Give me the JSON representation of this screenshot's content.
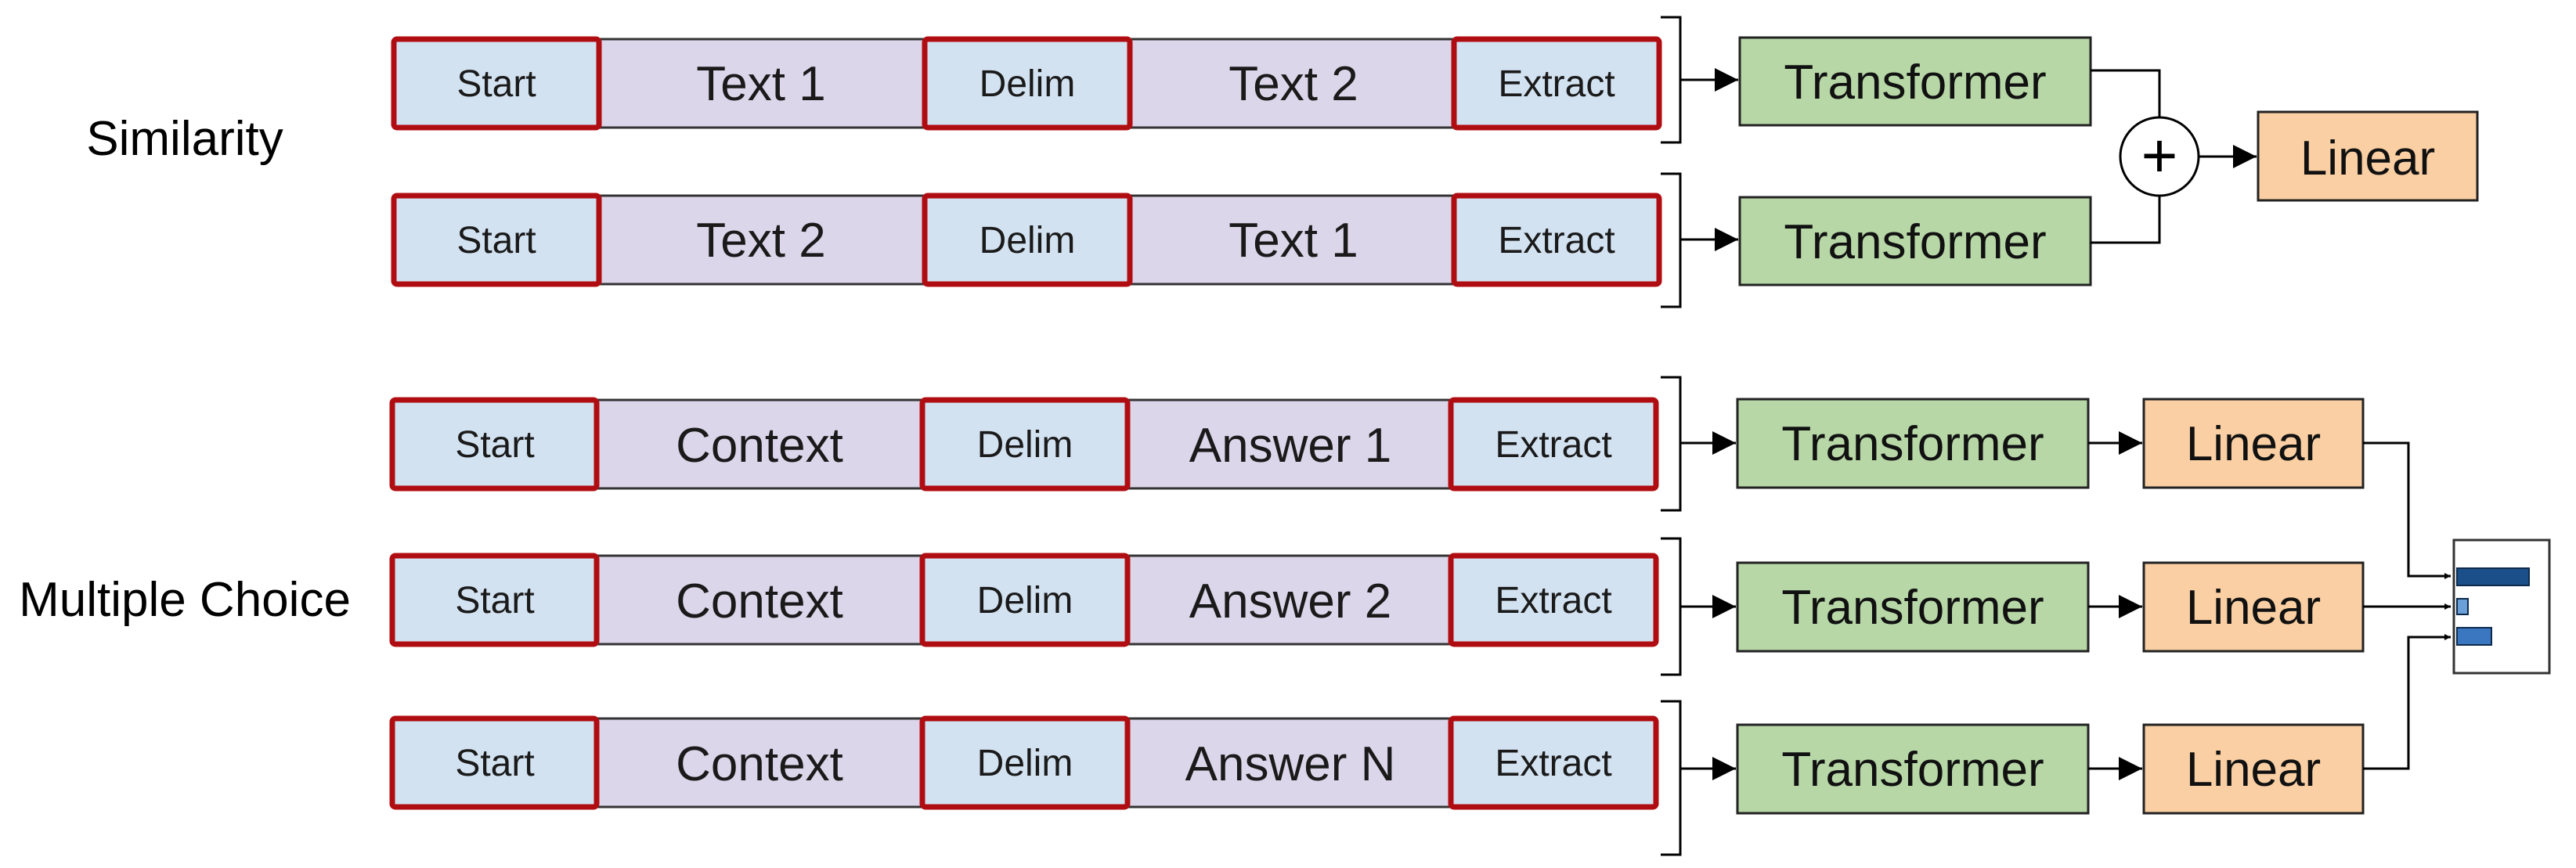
{
  "tasks": [
    {
      "label": "Similarity",
      "rows": [
        {
          "start": "Start",
          "seg1": "Text 1",
          "delim": "Delim",
          "seg2": "Text 2",
          "extract": "Extract",
          "transformer": "Transformer"
        },
        {
          "start": "Start",
          "seg1": "Text 2",
          "delim": "Delim",
          "seg2": "Text 1",
          "extract": "Extract",
          "transformer": "Transformer"
        }
      ],
      "plus_symbol": "+",
      "linear": "Linear"
    },
    {
      "label": "Multiple Choice",
      "rows": [
        {
          "start": "Start",
          "seg1": "Context",
          "delim": "Delim",
          "seg2": "Answer 1",
          "extract": "Extract",
          "transformer": "Transformer",
          "linear": "Linear"
        },
        {
          "start": "Start",
          "seg1": "Context",
          "delim": "Delim",
          "seg2": "Answer 2",
          "extract": "Extract",
          "transformer": "Transformer",
          "linear": "Linear"
        },
        {
          "start": "Start",
          "seg1": "Context",
          "delim": "Delim",
          "seg2": "Answer N",
          "extract": "Extract",
          "transformer": "Transformer",
          "linear": "Linear"
        }
      ],
      "softmax_icon": "bar-chart-icon"
    }
  ],
  "colors": {
    "token": "#d3e2f1",
    "segment": "#dcd6ea",
    "token_outline": "#b00d12",
    "transformer": "#b7d7a7",
    "linear": "#f9cfa3",
    "bar_dark": "#1b4f8a",
    "bar_light": "#3a77c0"
  }
}
